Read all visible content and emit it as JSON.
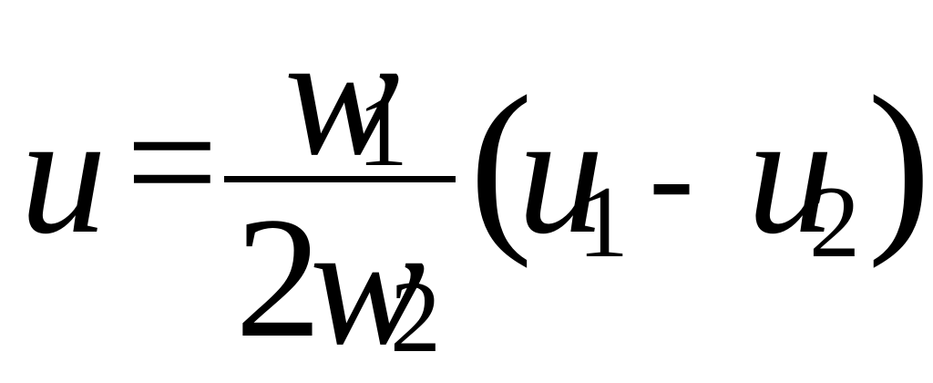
{
  "equation": {
    "lhs": "u",
    "equals": "=",
    "numerator": {
      "var": "w",
      "sub": "1"
    },
    "denominator": {
      "coef": "2",
      "var": "w",
      "sub": "2"
    },
    "lparen": "(",
    "term1": {
      "var": "u",
      "sub": "1"
    },
    "operator": "-",
    "term2": {
      "var": "u",
      "sub": "2"
    },
    "rparen": ")"
  }
}
